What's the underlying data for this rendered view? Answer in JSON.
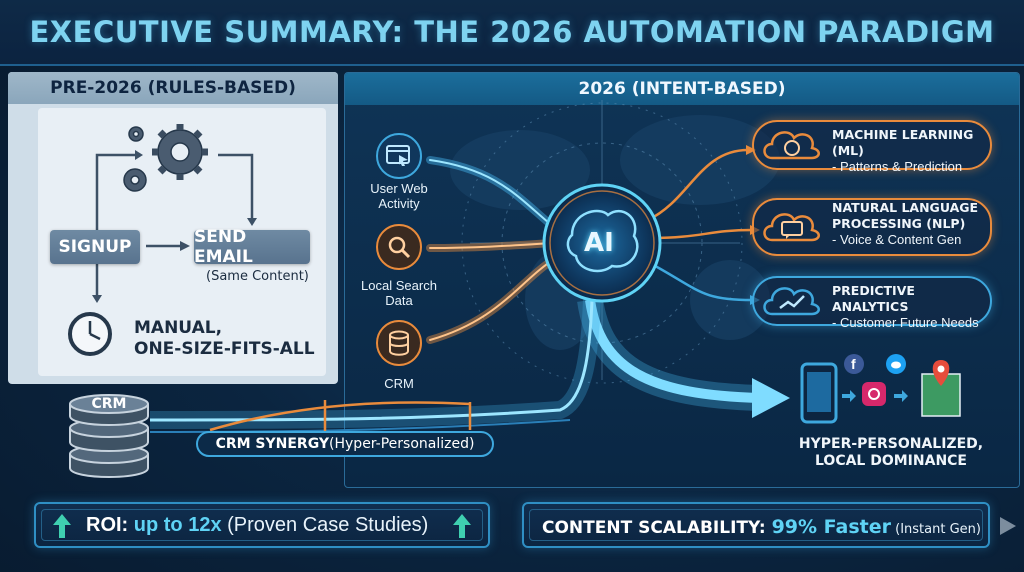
{
  "title": "EXECUTIVE SUMMARY: THE 2026 AUTOMATION PARADIGM",
  "left_panel": {
    "header": "PRE-2026 (RULES-BASED)",
    "signup": "SIGNUP",
    "send_email": "SEND EMAIL",
    "same_content": "(Same Content)",
    "manual_line1": "MANUAL,",
    "manual_line2": "ONE-SIZE-FITS-ALL"
  },
  "right_panel": {
    "header": "2026 (INTENT-BASED)",
    "inputs": [
      {
        "line1": "User Web",
        "line2": "Activity",
        "icon": "browser-cursor-icon"
      },
      {
        "line1": "Local Search",
        "line2": "Data",
        "icon": "magnifier-icon"
      },
      {
        "line1": "CRM",
        "line2": "",
        "icon": "database-icon"
      }
    ],
    "core": "AI",
    "outputs": [
      {
        "title": "MACHINE LEARNING (ML)",
        "title2": "",
        "sub": "- Patterns & Prediction",
        "icon": "brain-cloud-icon",
        "color": "#e98b3c"
      },
      {
        "title": "NATURAL LANGUAGE",
        "title2": "PROCESSING (NLP)",
        "sub": "- Voice & Content Gen",
        "icon": "chat-cloud-icon",
        "color": "#e98b3c"
      },
      {
        "title": "PREDICTIVE ANALYTICS",
        "title2": "",
        "sub": "- Customer Future Needs",
        "icon": "trend-cloud-icon",
        "color": "#3ea8de"
      }
    ],
    "result_line1": "HYPER-PERSONALIZED,",
    "result_line2": "LOCAL DOMINANCE"
  },
  "crm": {
    "label": "CRM",
    "synergy_bold": "CRM SYNERGY",
    "synergy_rest": " (Hyper-Personalized)"
  },
  "stats": {
    "roi_label": "ROI: ",
    "roi_value": "up to 12x",
    "roi_note": " (Proven Case Studies)",
    "content_label": "CONTENT SCALABILITY: ",
    "content_value": "99% Faster",
    "content_note": " (Instant Gen)"
  },
  "colors": {
    "accent_cyan": "#3ea8de",
    "accent_orange": "#e98b3c",
    "title": "#7ed3f0",
    "highlight": "#5fd3f5"
  }
}
